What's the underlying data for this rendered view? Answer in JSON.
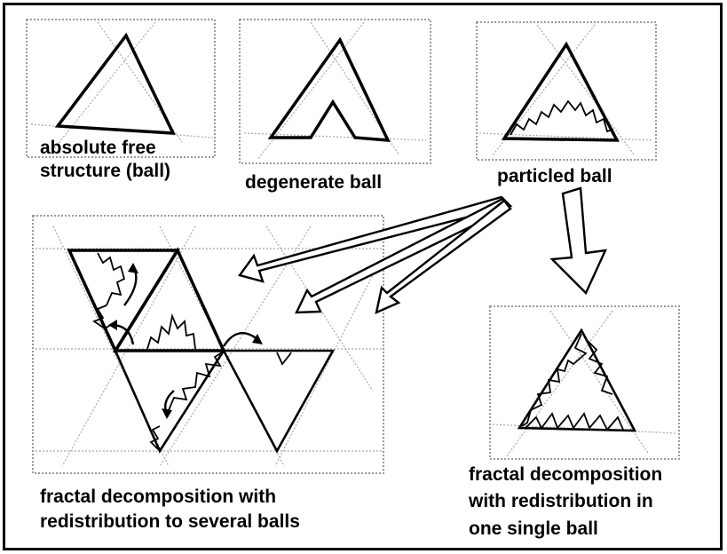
{
  "labels": {
    "absolute_free_line1": "absolute free",
    "absolute_free_line2": "structure (ball)",
    "degenerate": "degenerate ball",
    "particled": "particled ball",
    "several_line1": "fractal decomposition with",
    "several_line2": "redistribution to several balls",
    "single_line1": "fractal decomposition",
    "single_line2": "with redistribution in",
    "single_line3": "one single ball"
  },
  "colors": {
    "line": "#000000",
    "guide": "#a8a8a8",
    "background": "#ffffff"
  }
}
